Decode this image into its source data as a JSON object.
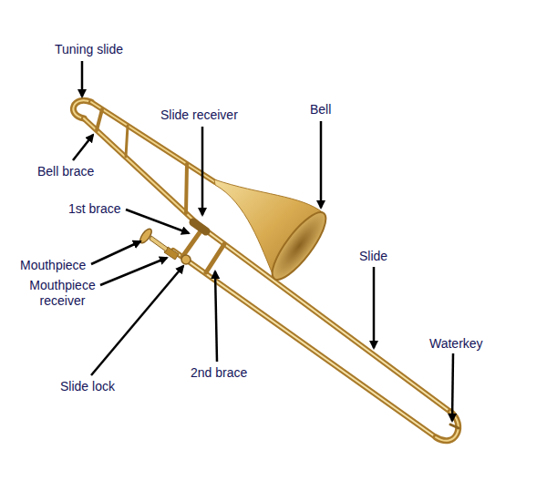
{
  "diagram": {
    "labels": [
      "Tuning slide",
      "Bell brace",
      "Slide receiver",
      "Bell",
      "1st brace",
      "Mouthpiece",
      "Mouthpiece receiver",
      "Slide lock",
      "2nd brace",
      "Slide",
      "Waterkey"
    ]
  }
}
